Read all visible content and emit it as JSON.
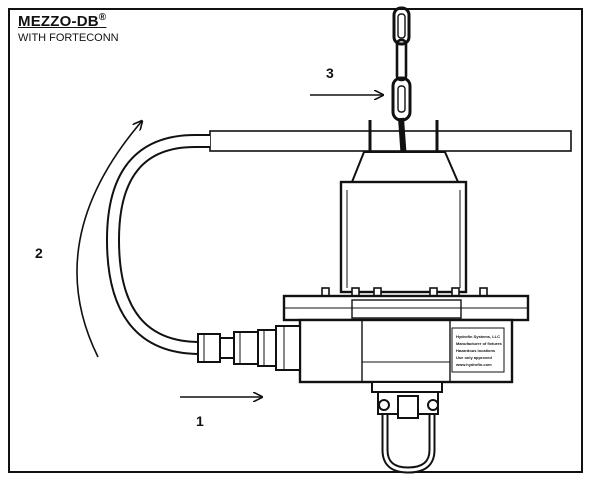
{
  "title": "MEZZO-DB",
  "title_mark": "®",
  "subtitle": "WITH FORTECONN",
  "steps": [
    {
      "label": "1"
    },
    {
      "label": "2"
    },
    {
      "label": "3"
    }
  ],
  "nameplate_lines": [
    "Hydrofin Systems, LLC",
    "Manufacturer of fixtures",
    "Hazardous locations",
    "Use only approved",
    "www.hydrofin.com"
  ],
  "colors": {
    "line": "#111111",
    "fill": "#ffffff"
  }
}
